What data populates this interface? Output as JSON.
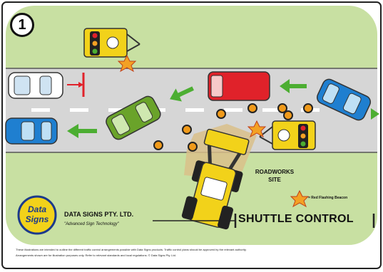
{
  "step_number": "1",
  "company": {
    "name": "DATA SIGNS PTY. LTD.",
    "slogan": "\"Advanced Sign Technology\"",
    "logo_line1": "Data",
    "logo_line2": "Signs"
  },
  "labels": {
    "site_line1": "ROADWORKS",
    "site_line2": "SITE",
    "beacon": "= Red Flashing Beacon",
    "shuttle": "SHUTTLE CONTROL"
  },
  "fine_print": {
    "line1": "These illustrations are intended to outline the different traffic control arrangements possible with Data Signs products. Traffic control plans should be approved by the relevant authority.",
    "line2": "Arrangements shown are for illustration purposes only. Refer to relevant standards and local regulations. © Data Signs Pty. Ltd."
  },
  "colors": {
    "grass": "#c8e0a2",
    "road": "#d6d6d6",
    "arrow": "#4cae32",
    "stop_line": "#e0222a",
    "signal_yellow": "#f2d21a",
    "beacon": "#f3a124"
  }
}
